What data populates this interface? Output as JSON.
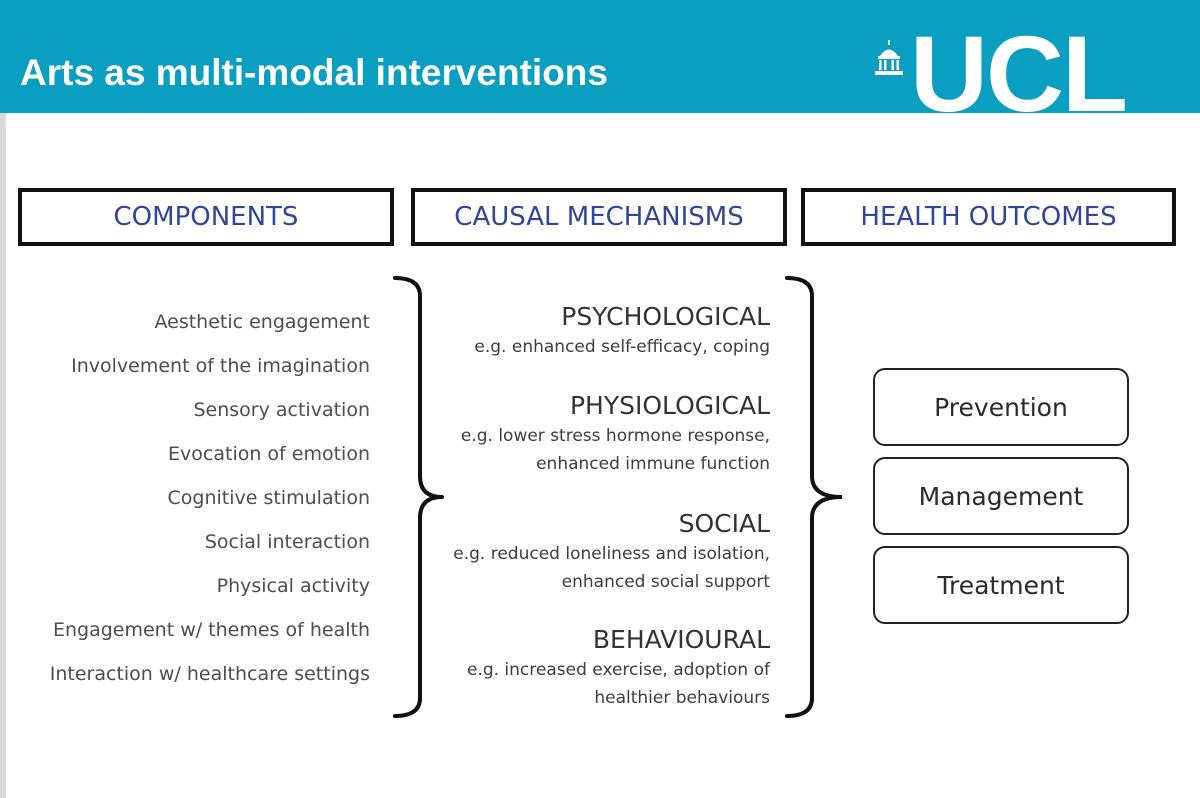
{
  "banner": {
    "title": "Arts as multi-modal interventions",
    "logo_text": "UCL",
    "logo_icon": "dome-icon",
    "background_color": "#0a9ec1"
  },
  "headers": {
    "components": "COMPONENTS",
    "mechanisms": "CAUSAL MECHANISMS",
    "outcomes": "HEALTH OUTCOMES",
    "text_color": "#2f4699"
  },
  "components": [
    "Aesthetic engagement",
    "Involvement of the imagination",
    "Sensory activation",
    "Evocation of emotion",
    "Cognitive stimulation",
    "Social interaction",
    "Physical activity",
    "Engagement w/ themes of health",
    "Interaction w/ healthcare settings"
  ],
  "mechanisms": [
    {
      "title": "PSYCHOLOGICAL",
      "desc": [
        "e.g. enhanced self-efficacy, coping"
      ]
    },
    {
      "title": "PHYSIOLOGICAL",
      "desc": [
        "e.g. lower stress hormone response,",
        "enhanced immune function"
      ]
    },
    {
      "title": "SOCIAL",
      "desc": [
        "e.g. reduced loneliness and isolation,",
        "enhanced social support"
      ]
    },
    {
      "title": "BEHAVIOURAL",
      "desc": [
        "e.g. increased exercise, adoption of",
        "healthier behaviours"
      ]
    }
  ],
  "outcomes": [
    "Prevention",
    "Management",
    "Treatment"
  ]
}
